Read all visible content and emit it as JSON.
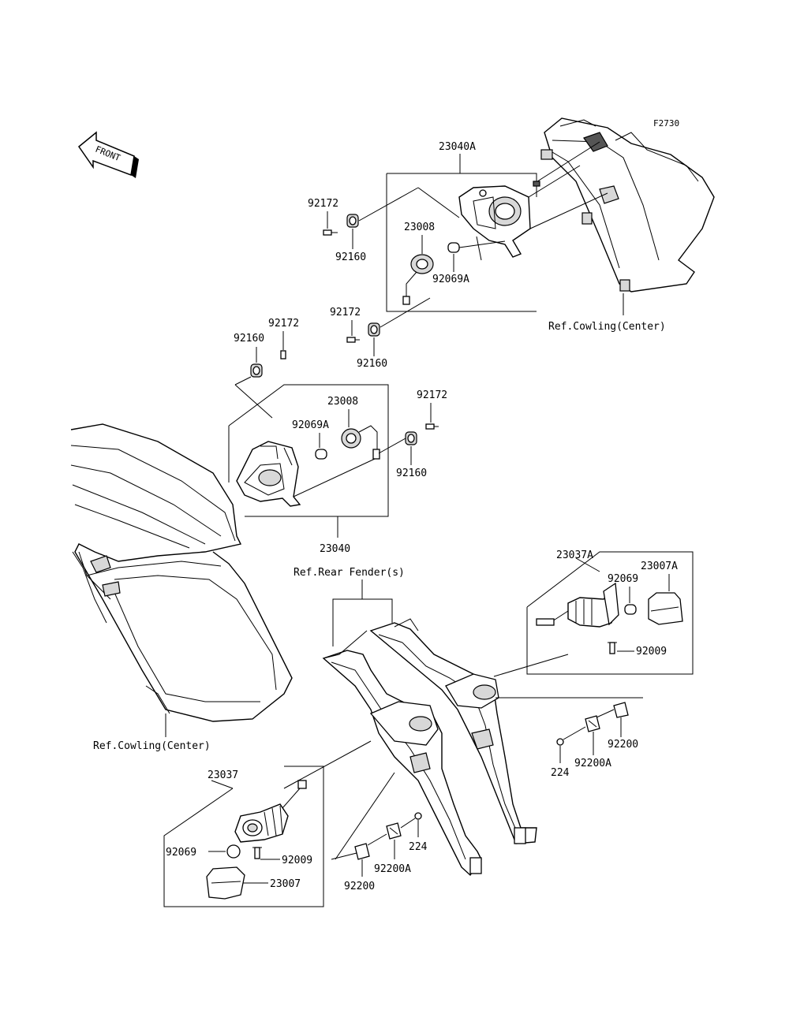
{
  "figure_code": "F2730",
  "direction_arrow": "FRONT",
  "references": {
    "cowling_top": "Ref.Cowling(Center)",
    "cowling_bottom": "Ref.Cowling(Center)",
    "rear_fender": "Ref.Rear Fender(s)"
  },
  "labels": {
    "a23040A": "23040A",
    "a92172_top": "92172",
    "a92160_top": "92160",
    "a23008_top": "23008",
    "a92069A_top": "92069A",
    "a92172_mid": "92172",
    "a92160_mid": "92160",
    "a92172_left": "92172",
    "a92160_left": "92160",
    "a23008_mid": "23008",
    "a92069A_mid": "92069A",
    "a92172_right": "92172",
    "a92160_right": "92160",
    "a23040": "23040",
    "a23037A": "23037A",
    "a23007A": "23007A",
    "a92069_r": "92069",
    "a92009_r": "92009",
    "a92200_r": "92200",
    "a224_r": "224",
    "a92200A_r": "92200A",
    "a23037": "23037",
    "a92069_l": "92069",
    "a92009_l": "92009",
    "a23007": "23007",
    "a224_c": "224",
    "a92200A_c": "92200A",
    "a92200_c": "92200"
  }
}
